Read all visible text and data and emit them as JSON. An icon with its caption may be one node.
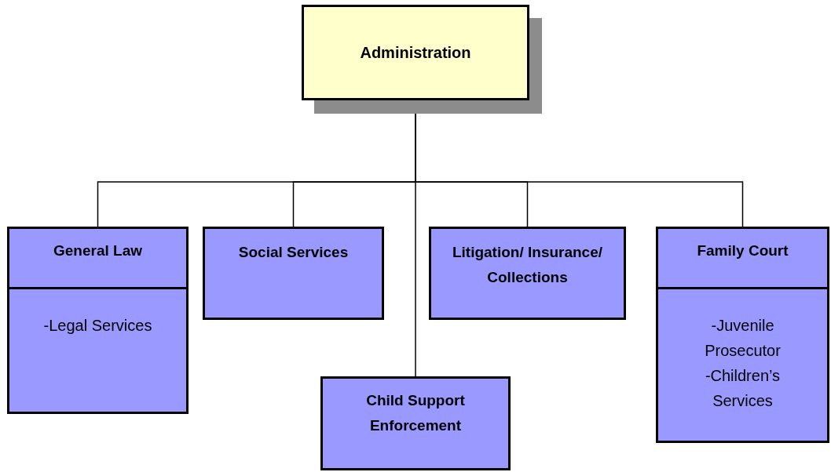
{
  "diagram": {
    "nodes": [
      {
        "text": [
          "Administration"
        ]
      },
      {
        "text": [
          "General Law",
          "-Legal Services"
        ]
      },
      {
        "text": [
          "Social Services"
        ]
      },
      {
        "text": [
          "Litigation/ Insurance/ Collections"
        ]
      },
      {
        "text": [
          "Child Support Enforcement"
        ]
      },
      {
        "text": [
          "Family Court",
          "-Juvenile Prosecutor",
          "-Children’s Services"
        ]
      }
    ],
    "edges": [
      {
        "from": 0,
        "to": 1,
        "arrow": "none"
      },
      {
        "from": 0,
        "to": 2,
        "arrow": "none"
      },
      {
        "from": 0,
        "to": 4,
        "arrow": "none"
      },
      {
        "from": 0,
        "to": 3,
        "arrow": "none"
      },
      {
        "from": 0,
        "to": 5,
        "arrow": "none"
      }
    ]
  }
}
